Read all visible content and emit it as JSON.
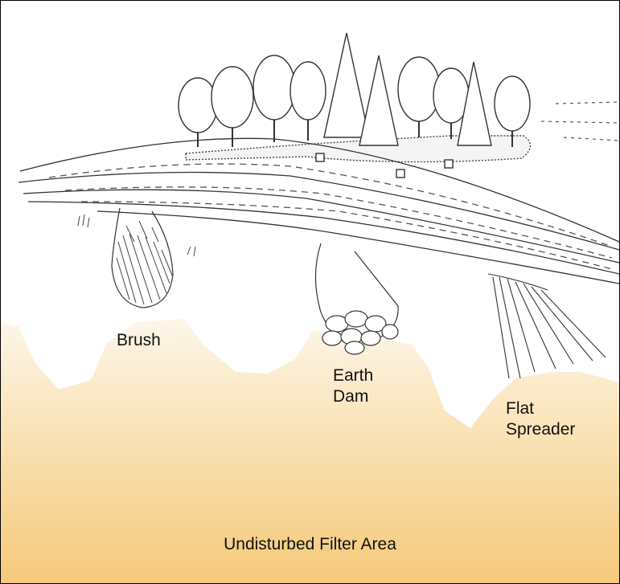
{
  "labels": {
    "brush": "Brush",
    "earth_dam_line1": "Earth",
    "earth_dam_line2": "Dam",
    "flat_spreader_line1": "Flat",
    "flat_spreader_line2": "Spreader",
    "filter_area": "Undisturbed Filter Area"
  },
  "colors": {
    "filter_area_top": "#fdf6ea",
    "filter_area_bottom": "#f5c97a",
    "sketch_line": "#3a3a3a"
  },
  "icons": [
    "tree-line-sketch",
    "road-embankment-sketch",
    "brush-barrier-sketch",
    "earth-dam-sketch",
    "flat-spreader-sketch"
  ]
}
